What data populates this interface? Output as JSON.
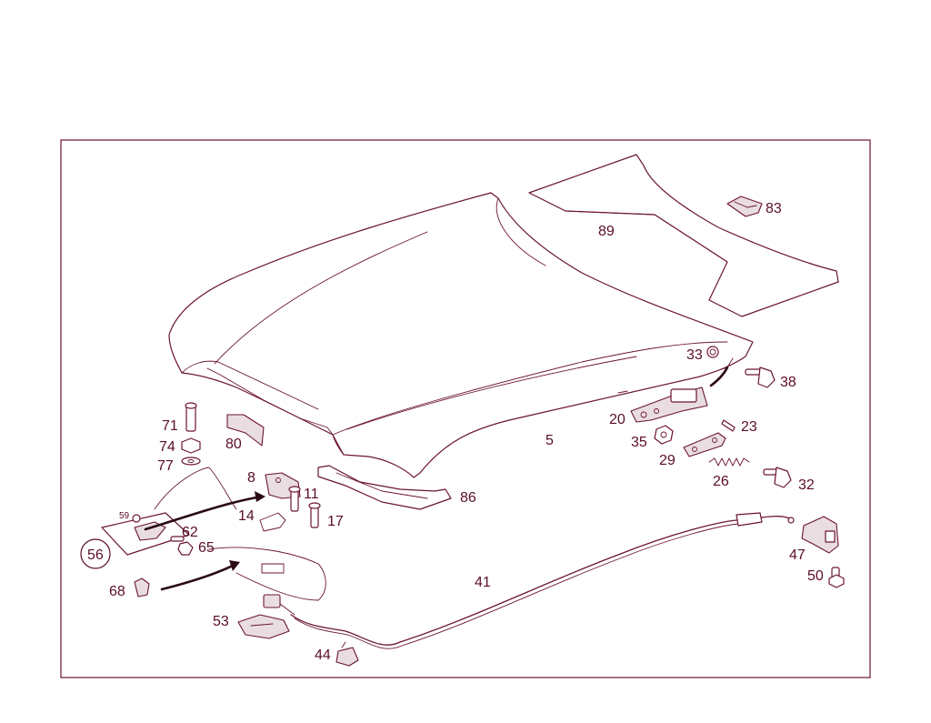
{
  "diagram": {
    "frame_color": "#6b1530",
    "line_color": "#6b1530",
    "label_color": "#5a0e24",
    "parts": [
      {
        "id": "p5",
        "label": "5"
      },
      {
        "id": "p8",
        "label": "8"
      },
      {
        "id": "p11",
        "label": "11"
      },
      {
        "id": "p14",
        "label": "14"
      },
      {
        "id": "p17",
        "label": "17"
      },
      {
        "id": "p20",
        "label": "20"
      },
      {
        "id": "p23",
        "label": "23"
      },
      {
        "id": "p26",
        "label": "26"
      },
      {
        "id": "p29",
        "label": "29"
      },
      {
        "id": "p32",
        "label": "32"
      },
      {
        "id": "p33",
        "label": "33"
      },
      {
        "id": "p35",
        "label": "35"
      },
      {
        "id": "p38",
        "label": "38"
      },
      {
        "id": "p41",
        "label": "41"
      },
      {
        "id": "p44",
        "label": "44"
      },
      {
        "id": "p47",
        "label": "47"
      },
      {
        "id": "p50",
        "label": "50"
      },
      {
        "id": "p53",
        "label": "53"
      },
      {
        "id": "p56",
        "label": "56"
      },
      {
        "id": "p59",
        "label": "59"
      },
      {
        "id": "p62",
        "label": "62"
      },
      {
        "id": "p65",
        "label": "65"
      },
      {
        "id": "p68",
        "label": "68"
      },
      {
        "id": "p71",
        "label": "71"
      },
      {
        "id": "p74",
        "label": "74"
      },
      {
        "id": "p77",
        "label": "77"
      },
      {
        "id": "p80",
        "label": "80"
      },
      {
        "id": "p83",
        "label": "83"
      },
      {
        "id": "p86",
        "label": "86"
      },
      {
        "id": "p89",
        "label": "89"
      }
    ]
  }
}
